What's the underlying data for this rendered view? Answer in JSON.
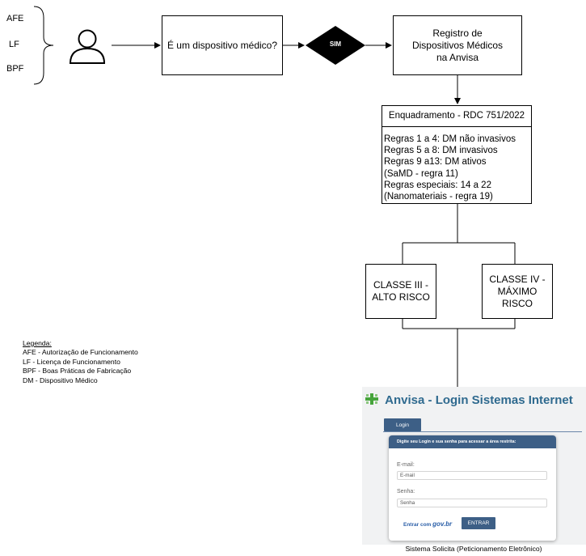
{
  "side_labels": [
    "AFE",
    "LF",
    "BPF"
  ],
  "flow": {
    "question": "É um dispositivo médico?",
    "decision": "SIM",
    "registro": "Registro de Dispositivos Médicos na Anvisa",
    "enquadramento": "Enquadramento - RDC 751/2022",
    "rules": [
      "Regras 1 a 4: DM não invasivos",
      "Regras 5 a 8: DM invasivos",
      "Regras 9 a13: DM ativos",
      "(SaMD - regra 11)",
      "Regras especiais: 14 a 22",
      "(Nanomateriais - regra 19)"
    ],
    "classe3": [
      "CLASSE III -",
      "ALTO RISCO"
    ],
    "classe4": [
      "CLASSE IV -",
      "MÁXIMO RISCO"
    ]
  },
  "legend": {
    "title": "Legenda:",
    "items": [
      "AFE - Autorização de Funcionamento",
      "LF - Licença de Funcionamento",
      "BPF - Boas Práticas de Fabricação",
      "DM - Dispositivo Médico"
    ]
  },
  "login": {
    "title": "Anvisa - Login Sistemas Internet",
    "tab": "Login",
    "header": "Digite seu Login e sua senha para acessar a área restrita:",
    "email_label": "E-mail:",
    "email_placeholder": "E-mail",
    "senha_label": "Senha:",
    "senha_placeholder": "Senha",
    "govbr_prefix": "Entrar com",
    "govbr_brand": "gov.br",
    "entrar": "ENTRAR"
  },
  "caption": "Sistema Solicita (Peticionamento Eletrônico)",
  "colors": {
    "line": "#000000",
    "decision_fill": "#000000",
    "login_accent": "#3d5f86",
    "title_color": "#2f6a8f"
  },
  "icons": {
    "user": "user-icon",
    "anvisa_logo": "anvisa-cross-icon"
  }
}
